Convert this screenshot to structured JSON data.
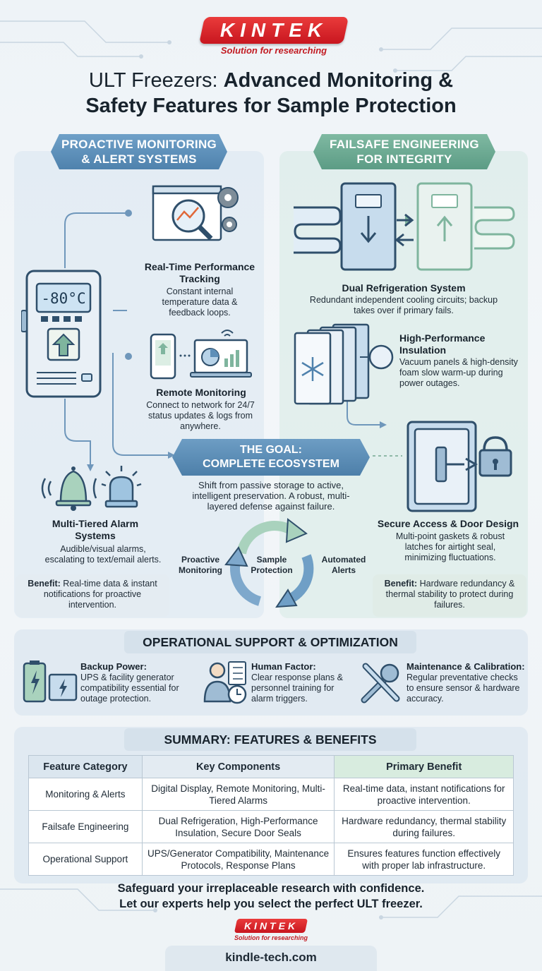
{
  "header": {
    "logo": "KINTEK",
    "tagline": "Solution for researching",
    "title_light": "ULT Freezers: ",
    "title_bold_1": "Advanced Monitoring &",
    "title_bold_2": "Safety Features for Sample Protection"
  },
  "left": {
    "ribbon_1": "PROACTIVE MONITORING",
    "ribbon_2": "& ALERT SYSTEMS",
    "display_temp": "-80°C",
    "tracking": {
      "title": "Real-Time Performance Tracking",
      "desc": "Constant internal temperature data & feedback loops."
    },
    "remote": {
      "title": "Remote Monitoring",
      "desc": "Connect to network for 24/7 status updates & logs from anywhere."
    },
    "alarm": {
      "title": "Multi-Tiered Alarm Systems",
      "desc": "Audible/visual alarms, escalating to text/email alerts."
    },
    "benefit_label": "Benefit:",
    "benefit_text": " Real-time data & instant notifications for proactive intervention."
  },
  "right": {
    "ribbon_1": "FAILSAFE ENGINEERING",
    "ribbon_2": "FOR INTEGRITY",
    "dual": {
      "title": "Dual Refrigeration System",
      "desc": "Redundant independent cooling circuits; backup takes over if primary fails."
    },
    "insulation": {
      "title": "High-Performance Insulation",
      "desc": "Vacuum panels & high-density foam slow warm-up during power outages."
    },
    "door": {
      "title": "Secure Access & Door Design",
      "desc": "Multi-point gaskets & robust latches for airtight seal, minimizing fluctuations."
    },
    "benefit_label": "Benefit:",
    "benefit_text": " Hardware redundancy & thermal stability to protect during failures."
  },
  "goal": {
    "ribbon_1": "THE GOAL:",
    "ribbon_2": "COMPLETE ECOSYSTEM",
    "desc": "Shift from passive storage to active, intelligent preservation. A robust, multi-layered defense against failure.",
    "cycle_left": "Proactive Monitoring",
    "cycle_center": "Sample Protection",
    "cycle_right": "Automated Alerts"
  },
  "ops": {
    "title": "OPERATIONAL SUPPORT & OPTIMIZATION",
    "items": [
      {
        "title": "Backup Power:",
        "desc": "UPS & facility generator compatibility essential for outage protection."
      },
      {
        "title": "Human Factor:",
        "desc": "Clear response plans & personnel training for alarm triggers."
      },
      {
        "title": "Maintenance & Calibration:",
        "desc": "Regular preventative checks to ensure sensor & hardware accuracy."
      }
    ]
  },
  "summary": {
    "title": "SUMMARY: FEATURES & BENEFITS",
    "headers": [
      "Feature Category",
      "Key Components",
      "Primary Benefit"
    ],
    "rows": [
      [
        "Monitoring & Alerts",
        "Digital Display, Remote Monitoring, Multi-Tiered Alarms",
        "Real-time data, instant notifications for proactive intervention."
      ],
      [
        "Failsafe Engineering",
        "Dual Refrigeration, High-Performance Insulation, Secure Door Seals",
        "Hardware redundancy, thermal stability during failures."
      ],
      [
        "Operational Support",
        "UPS/Generator Compatibility, Maintenance Protocols, Response Plans",
        "Ensures features function effectively with proper lab infrastructure."
      ]
    ]
  },
  "footer": {
    "cta_1": "Safeguard your irreplaceable research with confidence.",
    "cta_2": "Let our experts help you select the perfect ULT freezer.",
    "logo": "KINTEK",
    "tagline": "Solution for researching",
    "site": "kindle-tech.com"
  },
  "colors": {
    "brand_red": "#c8161f",
    "blue": "#4f82ad",
    "green": "#5c9c85"
  }
}
